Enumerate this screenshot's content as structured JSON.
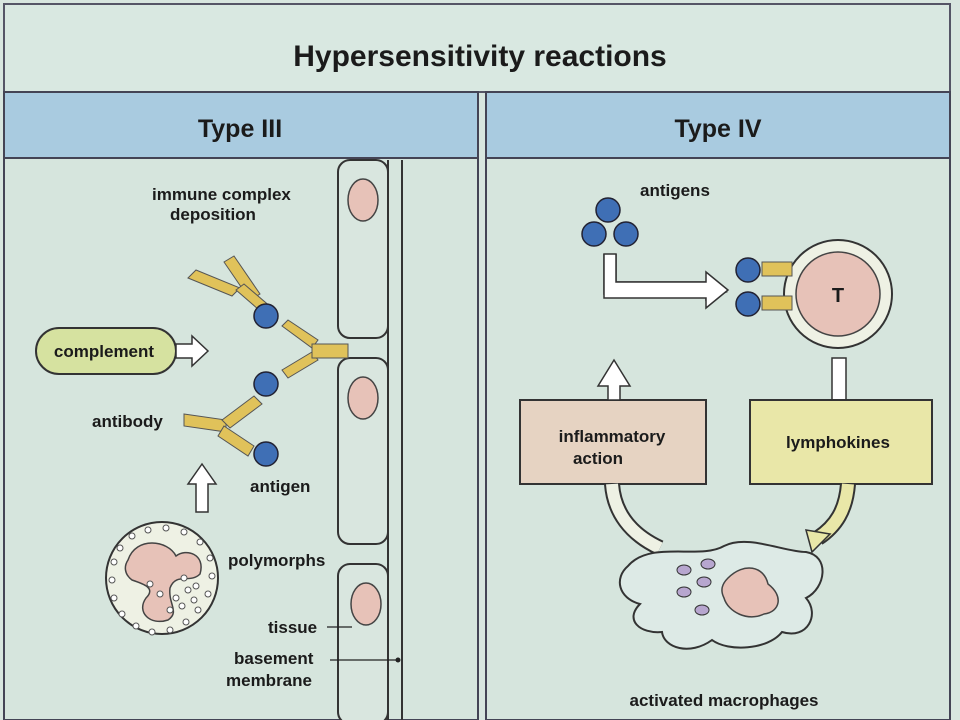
{
  "title": "Hypersensitivity reactions",
  "panels": {
    "left": {
      "header": "Type III"
    },
    "right": {
      "header": "Type IV"
    }
  },
  "labels": {
    "immune_complex_line1": "immune complex",
    "immune_complex_line2": "deposition",
    "complement": "complement",
    "antibody": "antibody",
    "antigen": "antigen",
    "polymorphs": "polymorphs",
    "tissue": "tissue",
    "basement_line1": "basement",
    "basement_line2": "membrane",
    "antigens": "antigens",
    "t_cell": "T",
    "inflammatory_line1": "inflammatory",
    "inflammatory_line2": "action",
    "lymphokines": "lymphokines",
    "activated_macrophages": "activated macrophages"
  },
  "colors": {
    "background": "#d8e6df",
    "header_band": "#a9cbe0",
    "antigen_blue": "#3f6fb5",
    "antibody_yellow": "#e0c25a",
    "nucleus_pink": "#e7c2b8",
    "complement_green": "#d6e2a0",
    "lymphokine_box": "#e9e7a8",
    "inflammatory_box": "#e6d3c2"
  }
}
